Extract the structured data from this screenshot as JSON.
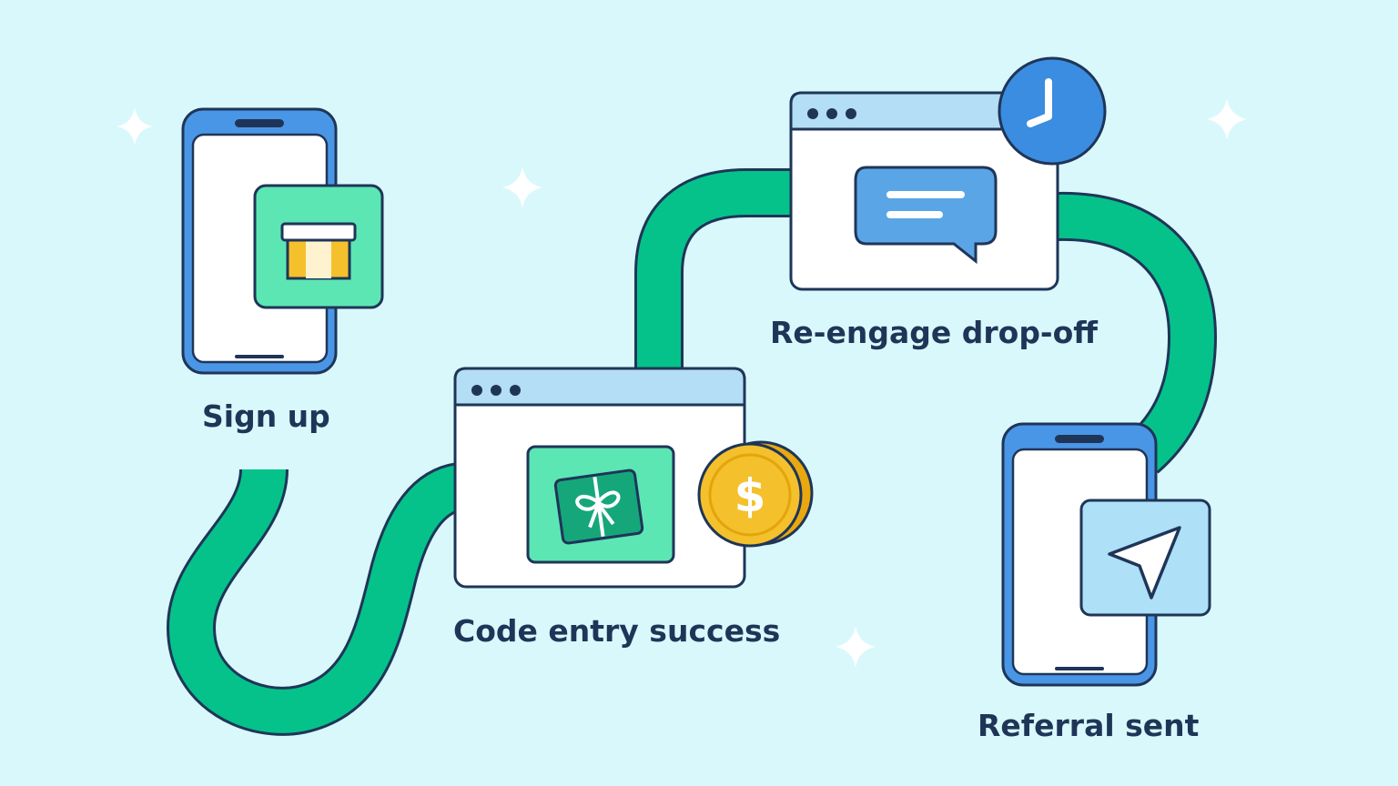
{
  "flow": {
    "steps": [
      {
        "label": "Sign up",
        "icon": "gift-box-icon"
      },
      {
        "label": "Code entry success",
        "icon": "gift-card-icon",
        "badge_icon": "dollar-coin-icon"
      },
      {
        "label": "Re-engage drop-off",
        "icon": "chat-bubble-icon",
        "badge_icon": "clock-icon"
      },
      {
        "label": "Referral sent",
        "icon": "send-arrow-icon"
      }
    ]
  },
  "colors": {
    "background": "#d9f8fb",
    "path_green": "#05c28a",
    "outline_navy": "#1f3558",
    "phone_blue": "#4a96e6",
    "browser_header": "#b3def5",
    "card_green": "#5ce6b4",
    "coin_gold": "#f4c02c",
    "clock_blue": "#3a8de0",
    "chat_blue": "#5aa5e6",
    "send_tile": "#aee0f8"
  }
}
